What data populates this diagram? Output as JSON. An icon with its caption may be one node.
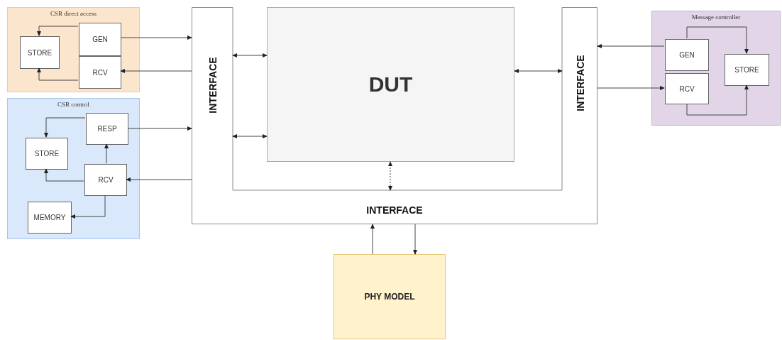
{
  "diagram": {
    "nodes": [
      {
        "text": [
          "CSR direct access"
        ]
      },
      {
        "text": [
          "STORE"
        ],
        "in": 0
      },
      {
        "text": [
          "GEN"
        ],
        "in": 0
      },
      {
        "text": [
          "RCV"
        ],
        "in": 0
      },
      {
        "text": [
          "CSR control"
        ]
      },
      {
        "text": [
          "RESP"
        ],
        "in": 4
      },
      {
        "text": [
          "STORE"
        ],
        "in": 4
      },
      {
        "text": [
          "RCV"
        ],
        "in": 4
      },
      {
        "text": [
          "MEMORY"
        ],
        "in": 4
      },
      {
        "text": [
          "INTERFACE",
          "INTERFACE",
          "INTERFACE"
        ]
      },
      {
        "text": [
          "DUT"
        ]
      },
      {
        "text": [
          "Message controller"
        ]
      },
      {
        "text": [
          "GEN"
        ],
        "in": 11
      },
      {
        "text": [
          "RCV"
        ],
        "in": 11
      },
      {
        "text": [
          "STORE"
        ],
        "in": 11
      },
      {
        "text": [
          "PHY MODEL"
        ]
      }
    ],
    "edges": [
      {
        "from": 2,
        "to": 1,
        "arrow": "to"
      },
      {
        "from": 3,
        "to": 1,
        "arrow": "to"
      },
      {
        "from": 2,
        "to": 9,
        "arrow": "to"
      },
      {
        "from": 9,
        "to": 3,
        "arrow": "to"
      },
      {
        "from": 5,
        "to": 6,
        "arrow": "to"
      },
      {
        "from": 7,
        "to": 6,
        "arrow": "to"
      },
      {
        "from": 7,
        "to": 5,
        "arrow": "to"
      },
      {
        "from": 7,
        "to": 8,
        "arrow": "to"
      },
      {
        "from": 5,
        "to": 9,
        "arrow": "to"
      },
      {
        "from": 9,
        "to": 7,
        "arrow": "to"
      },
      {
        "from": 10,
        "to": 9,
        "arrow": "both"
      },
      {
        "from": 10,
        "to": 9,
        "arrow": "both"
      },
      {
        "from": 10,
        "to": 9,
        "arrow": "both"
      },
      {
        "from": 10,
        "to": 9,
        "arrow": "both",
        "style": "dashed"
      },
      {
        "from": 12,
        "to": 9,
        "arrow": "to"
      },
      {
        "from": 9,
        "to": 13,
        "arrow": "to"
      },
      {
        "from": 12,
        "to": 14,
        "arrow": "to"
      },
      {
        "from": 13,
        "to": 14,
        "arrow": "to"
      },
      {
        "from": 15,
        "to": 9,
        "arrow": "to"
      },
      {
        "from": 9,
        "to": 15,
        "arrow": "to"
      }
    ]
  }
}
